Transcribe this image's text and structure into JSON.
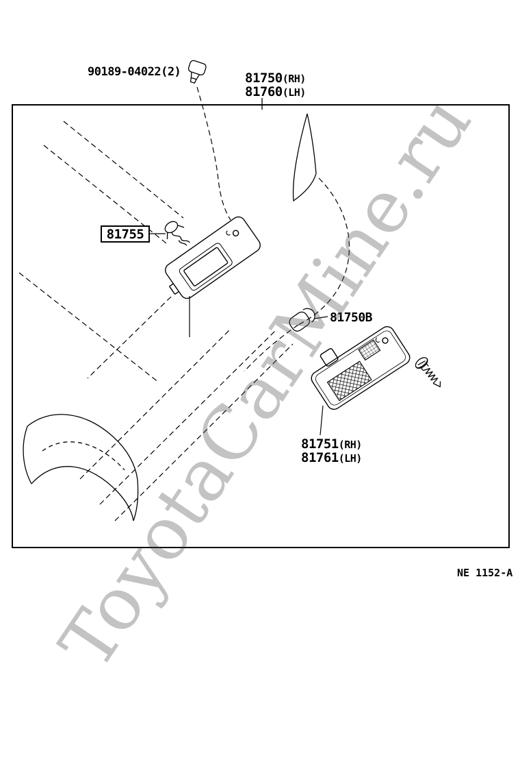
{
  "watermark": "ToyotaCarMine.ru",
  "footer": {
    "code": "NE 1152-A"
  },
  "labels": {
    "grommet": "90189-04022(2)",
    "lamp_rh": "81750",
    "lamp_rh_side": "(RH)",
    "lamp_lh": "81760",
    "lamp_lh_side": "(LH)",
    "clip": "81755",
    "bulb": "81750B",
    "lens_rh": "81751",
    "lens_rh_side": "(RH)",
    "lens_lh": "81761",
    "lens_lh_side": "(LH)"
  }
}
